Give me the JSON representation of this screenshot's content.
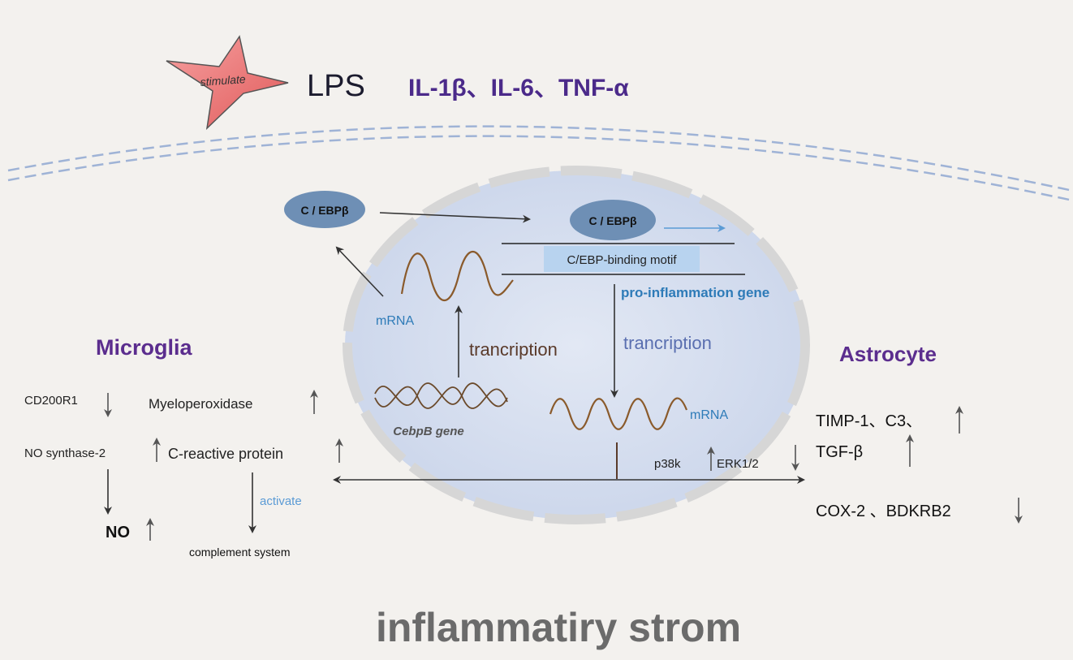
{
  "header": {
    "stimulate": "stimulate",
    "lps": "LPS",
    "cytokines": "IL-1β、IL-6、TNF-α"
  },
  "nucleus": {
    "cebpb_left": "C / EBPβ",
    "cebpb_right": "C / EBPβ",
    "binding_motif": "C/EBP-binding motif",
    "pro_inflammation_gene": "pro-inflammation gene",
    "mrna_left": "mRNA",
    "mrna_right": "mRNA",
    "transcription_left": "trancription",
    "transcription_right": "trancription",
    "cebpb_gene": "CebpB gene",
    "p38k": "p38k",
    "erk": "ERK1/2"
  },
  "microglia": {
    "title": "Microglia",
    "cd200r1": "CD200R1",
    "myeloperoxidase": "Myeloperoxidase",
    "no_synthase": "NO synthase-2",
    "c_reactive": "C-reactive protein",
    "no": "NO",
    "activate": "activate",
    "complement": "complement system"
  },
  "astrocyte": {
    "title": "Astrocyte",
    "timp_c3": "TIMP-1、C3、",
    "tgf": "TGF-β",
    "cox_bdkrb": "COX-2 、BDKRB2"
  },
  "footer": {
    "title": "inflammatiry strom"
  },
  "colors": {
    "background": "#f3f1ee",
    "purple_title": "#5b2d8e",
    "blue_label": "#2e7bb8",
    "cebpb_oval": "#6e8fb5",
    "wave": "#8a5a2b",
    "star": "#e86060",
    "membrane": "#9fb3d6"
  }
}
